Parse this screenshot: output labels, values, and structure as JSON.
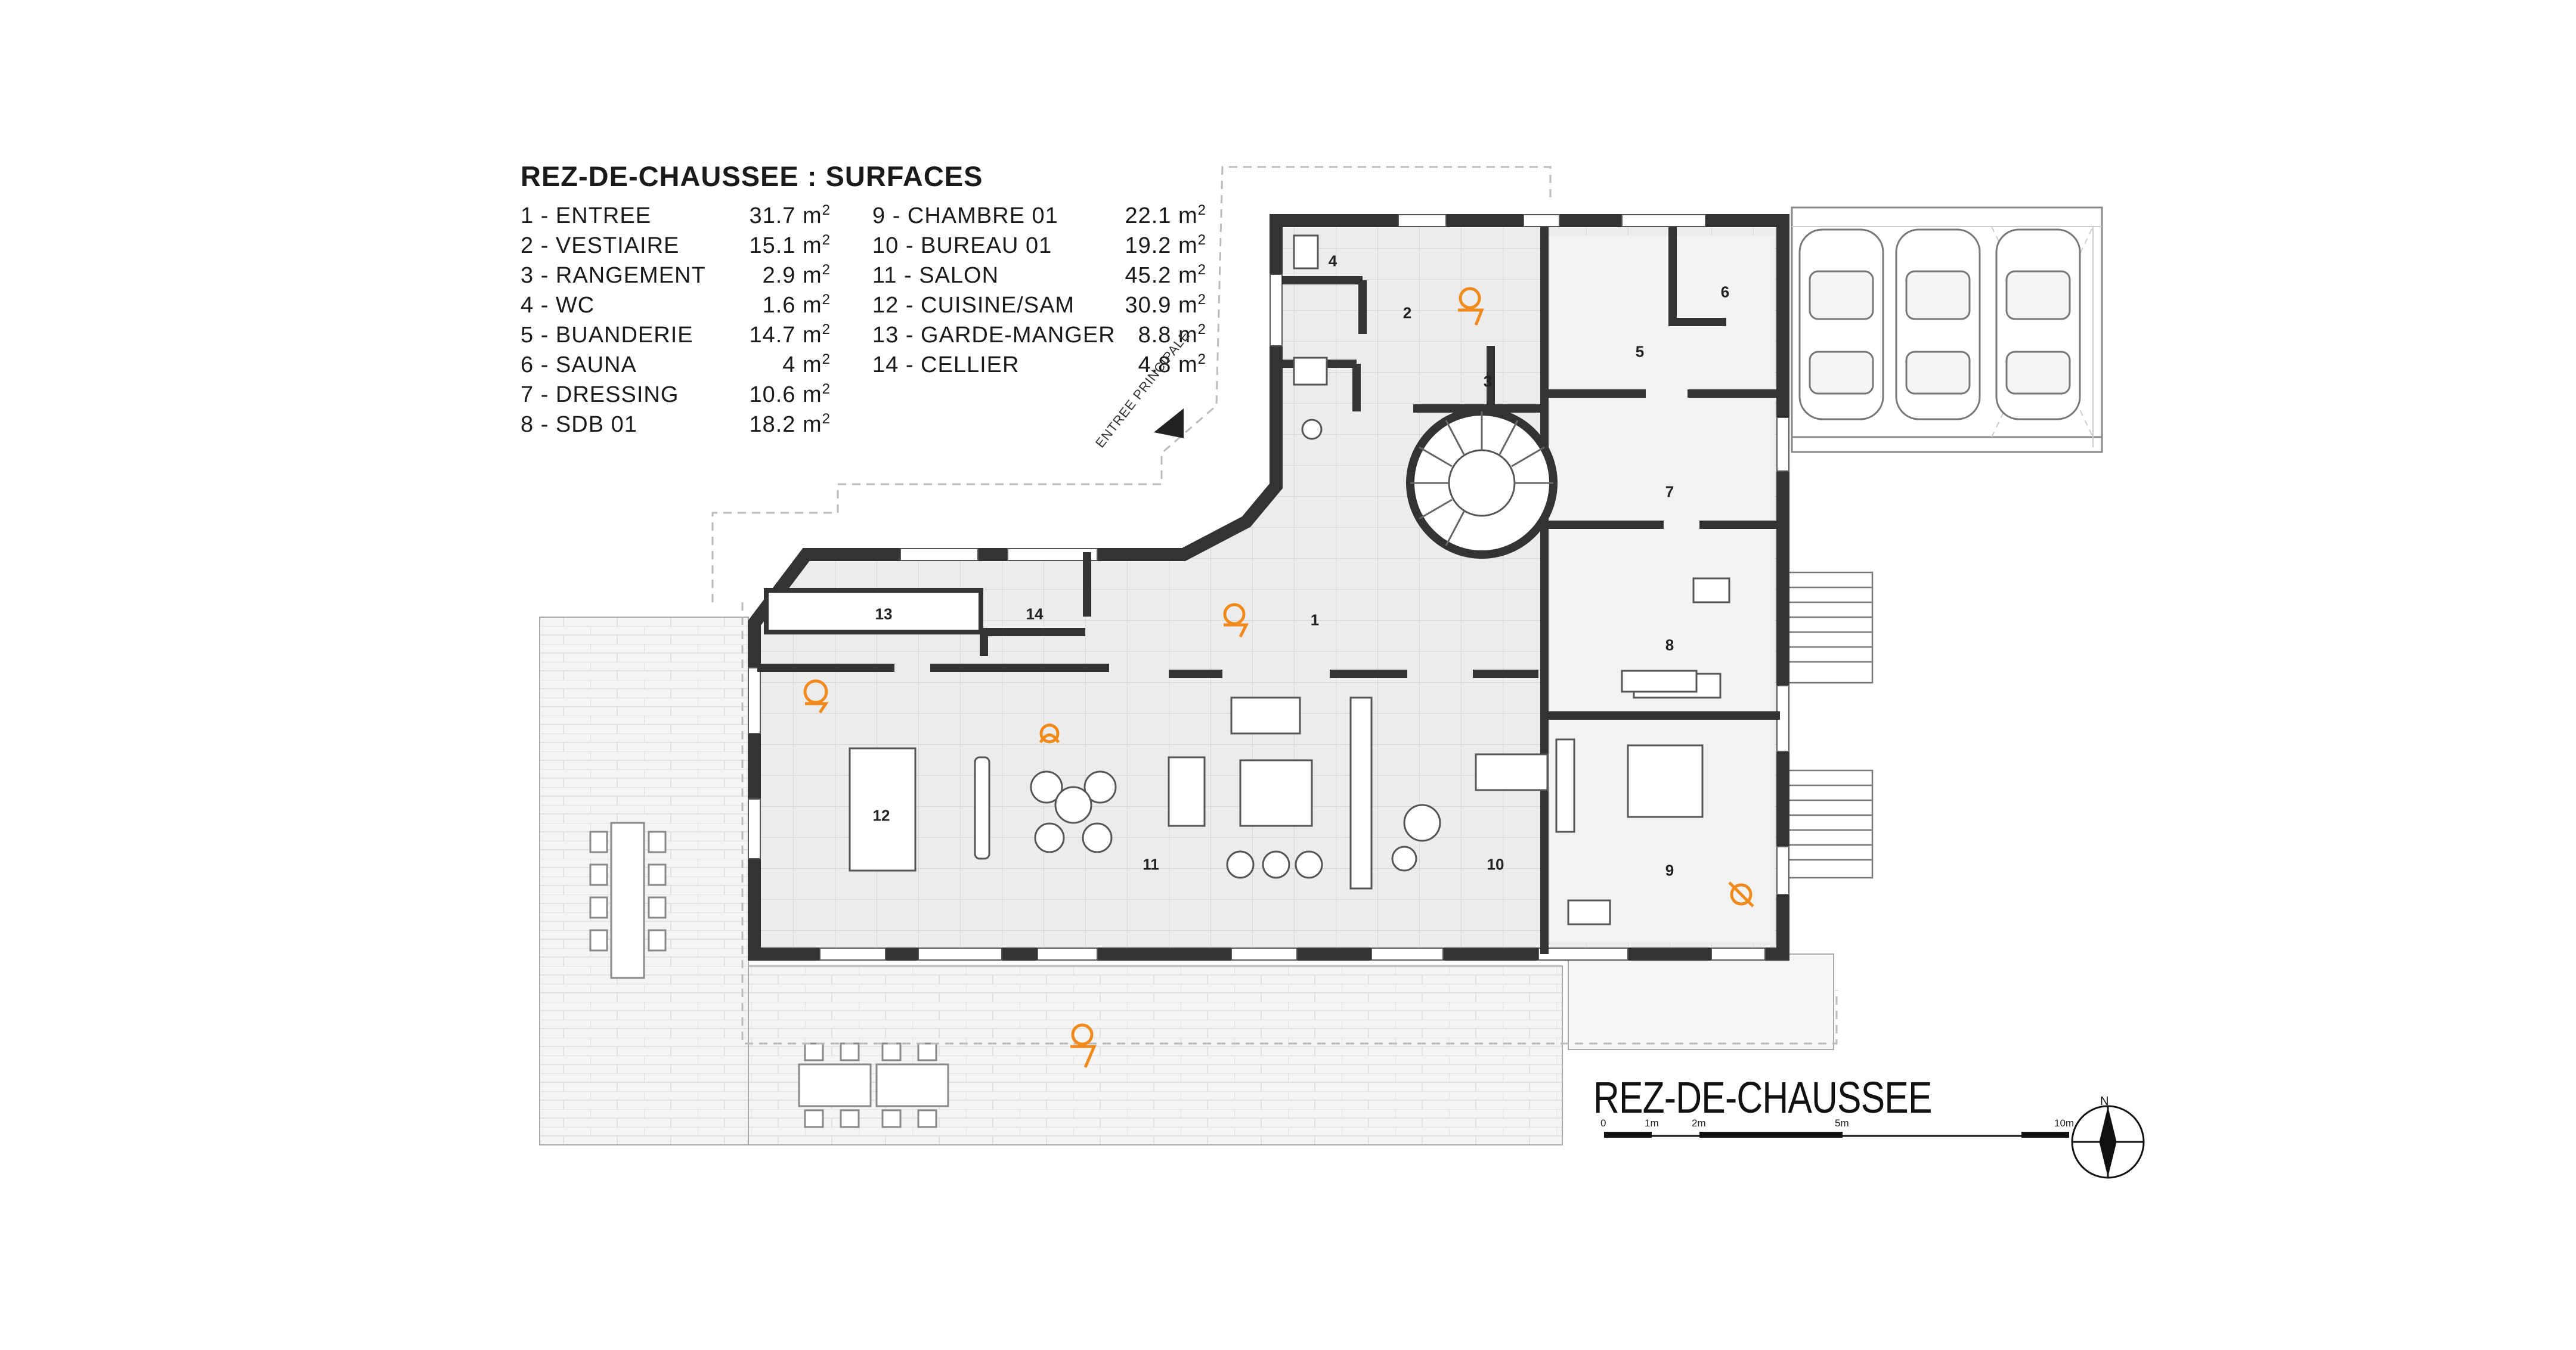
{
  "legend": {
    "title": "REZ-DE-CHAUSSEE : SURFACES",
    "unit_sup": "2",
    "col1": [
      {
        "label": "1 - ENTREE",
        "value": "31.7 m"
      },
      {
        "label": "2 - VESTIAIRE",
        "value": "15.1 m"
      },
      {
        "label": "3 - RANGEMENT",
        "value": "2.9 m"
      },
      {
        "label": "4 - WC",
        "value": "1.6 m"
      },
      {
        "label": "5 - BUANDERIE",
        "value": "14.7 m"
      },
      {
        "label": "6 - SAUNA",
        "value": "4 m"
      },
      {
        "label": "7 - DRESSING",
        "value": "10.6 m"
      },
      {
        "label": "8 - SDB 01",
        "value": "18.2 m"
      }
    ],
    "col2": [
      {
        "label": "9 - CHAMBRE 01",
        "value": "22.1 m"
      },
      {
        "label": "10 - BUREAU 01",
        "value": "19.2 m"
      },
      {
        "label": "11 - SALON",
        "value": "45.2 m"
      },
      {
        "label": "12 - CUISINE/SAM",
        "value": "30.9 m"
      },
      {
        "label": "13 - GARDE-MANGER",
        "value": "8.8 m"
      },
      {
        "label": "14 - CELLIER",
        "value": "4.8 m"
      }
    ]
  },
  "plan": {
    "title": "REZ-DE-CHAUSSEE",
    "entrance_label": "ENTREE PRINCIPALE",
    "room_numbers": [
      "1",
      "2",
      "3",
      "4",
      "5",
      "6",
      "7",
      "8",
      "9",
      "10",
      "11",
      "12",
      "13",
      "14"
    ]
  },
  "scale_bar": {
    "labels": [
      "0",
      "1m",
      "2m",
      "5m",
      "10m"
    ]
  },
  "compass": {
    "label": "N"
  },
  "colors": {
    "wall": "#333333",
    "floor": "#ececec",
    "person": "#f08a1c",
    "line": "#9a9a9a"
  }
}
